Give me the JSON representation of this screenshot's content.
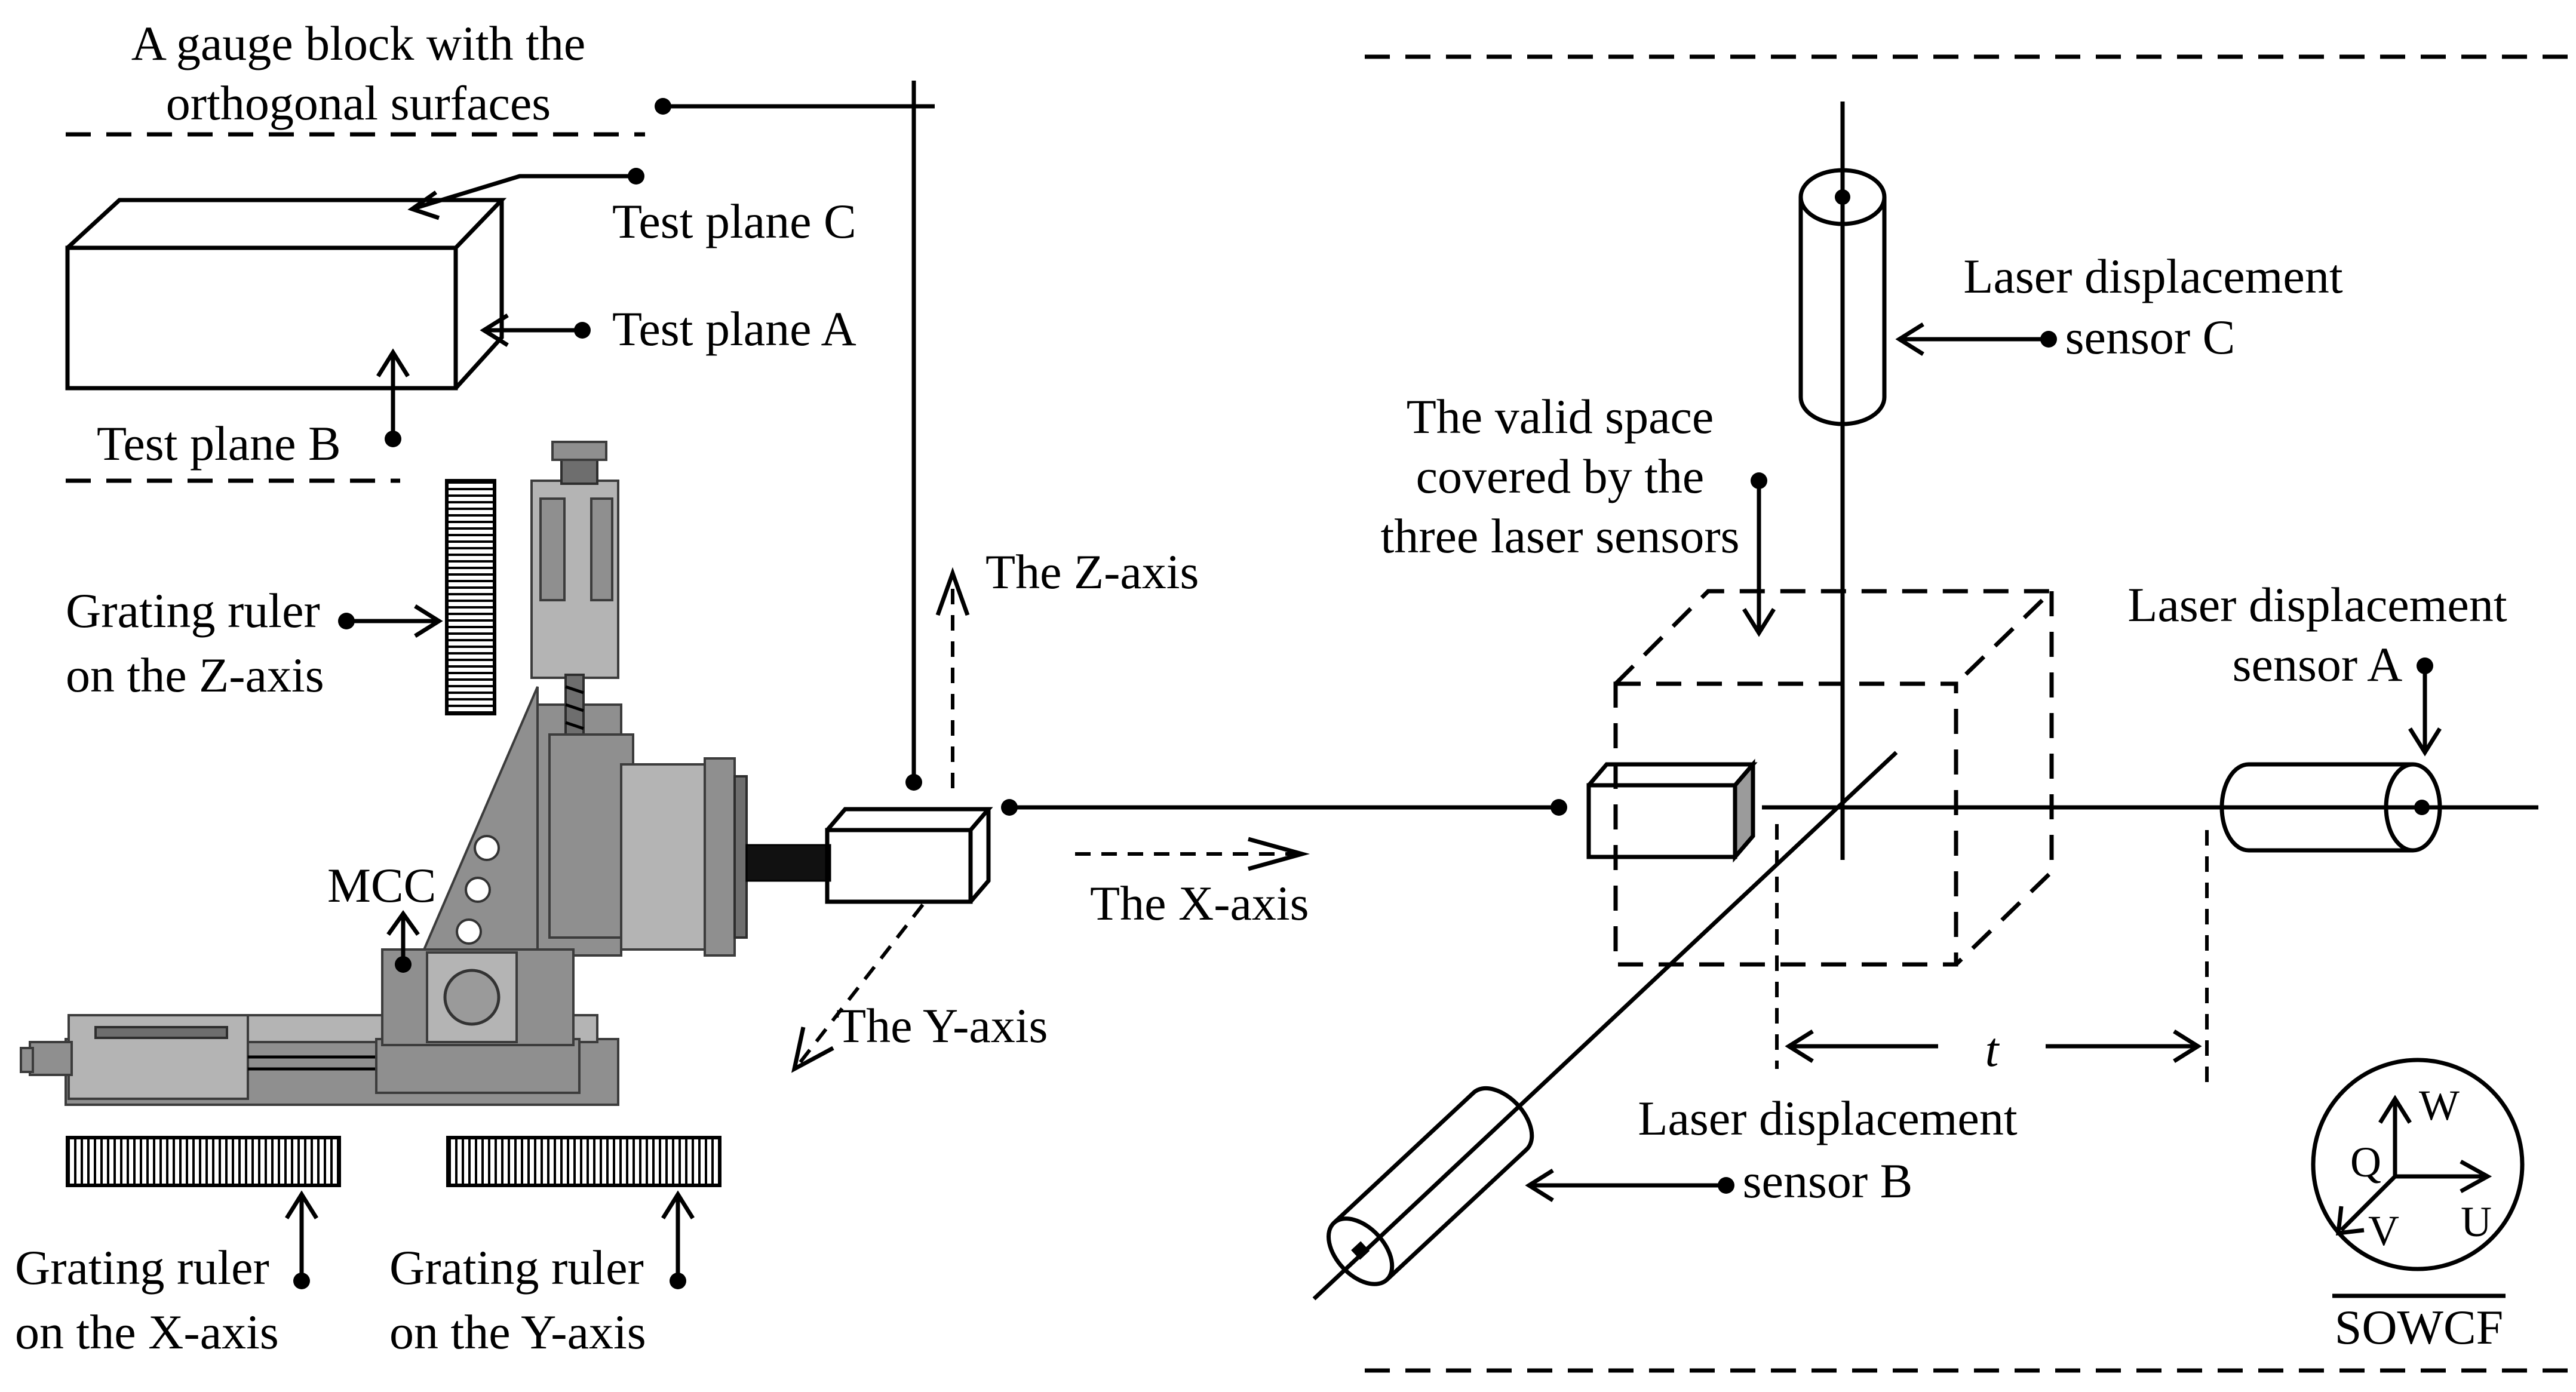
{
  "labels": {
    "gauge_block_line1": "A gauge block with the",
    "gauge_block_line2": "orthogonal surfaces",
    "test_plane_c": "Test plane C",
    "test_plane_a": "Test plane A",
    "test_plane_b": "Test plane B",
    "grating_z_line1": "Grating ruler",
    "grating_z_line2": "on the Z-axis",
    "grating_x_line1": "Grating ruler",
    "grating_x_line2": "on the X-axis",
    "grating_y_line1": "Grating ruler",
    "grating_y_line2": "on the Y-axis",
    "mcc": "MCC",
    "z_axis": "The Z-axis",
    "x_axis": "The X-axis",
    "y_axis": "The Y-axis",
    "valid_space_line1": "The valid space",
    "valid_space_line2": "covered by the",
    "valid_space_line3": "three laser sensors",
    "sensor_c_line1": "Laser displacement",
    "sensor_c_line2": "sensor C",
    "sensor_a_line1": "Laser displacement",
    "sensor_a_line2": "sensor A",
    "sensor_b_line1": "Laser displacement",
    "sensor_b_line2": "sensor B",
    "t": "t",
    "frame_w": "W",
    "frame_q": "Q",
    "frame_v": "V",
    "frame_u": "U",
    "sowcf": "SOWCF"
  },
  "colors": {
    "line": "#000000",
    "machine_gray": "#8f8f8f"
  }
}
